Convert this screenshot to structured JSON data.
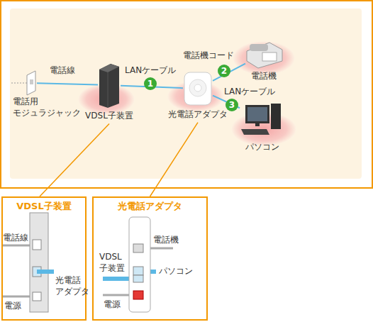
{
  "diagram": {
    "nodes": [
      {
        "text": [
          "電話用 モジュラジャック"
        ]
      },
      {
        "text": [
          "VDSL子装置"
        ]
      },
      {
        "text": [
          "光電話アダプタ"
        ]
      },
      {
        "text": [
          "電話機"
        ]
      },
      {
        "text": [
          "パソコン"
        ]
      },
      {
        "text": [
          "VDSL子装置"
        ]
      },
      {
        "text": [
          "光電話アダプタ"
        ]
      }
    ],
    "edges": [
      {
        "from": 0,
        "to": 1,
        "arrow": "none",
        "label": "電話線"
      },
      {
        "from": 1,
        "to": 2,
        "arrow": "none",
        "label": "LANケーブル"
      },
      {
        "from": 2,
        "to": 3,
        "arrow": "none",
        "label": "電話機コード"
      },
      {
        "from": 2,
        "to": 4,
        "arrow": "none",
        "label": "LANケーブル"
      },
      {
        "from": 1,
        "to": 5,
        "arrow": "none"
      },
      {
        "from": 2,
        "to": 6,
        "arrow": "none"
      }
    ],
    "labels": [
      "1",
      "2",
      "3",
      "電話線",
      "光電話 アダプタ",
      "電源",
      "電話機",
      "VDSL 子装置",
      "パソコン",
      "電源"
    ]
  }
}
